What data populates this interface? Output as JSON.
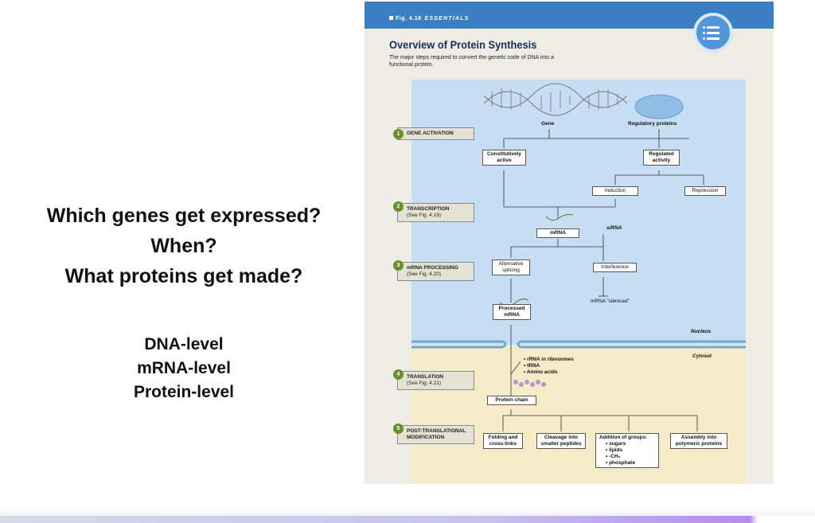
{
  "slide": {
    "questions": [
      "Which genes get expressed?",
      "When?",
      "What proteins get made?"
    ],
    "levels": [
      "DNA-level",
      "mRNA-level",
      "Protein-level"
    ]
  },
  "figure": {
    "label": "Fig. 4.18",
    "label_tag": "ESSENTIALS",
    "title": "Overview of Protein Synthesis",
    "subtitle": "The major steps required to convert the genetic code of DNA into a functional protein.",
    "icon": "list-icon",
    "header_color": "#3a7fc3",
    "nucleus_color": "#c6ddf3",
    "cytosol_color": "#f6ebc9",
    "steps": [
      {
        "num": "1",
        "title": "GENE ACTIVATION",
        "sub": ""
      },
      {
        "num": "2",
        "title": "TRANSCRIPTION",
        "sub": "(See Fig. 4.19)"
      },
      {
        "num": "3",
        "title": "mRNA PROCESSING",
        "sub": "(See Fig. 4.20)"
      },
      {
        "num": "4",
        "title": "TRANSLATION",
        "sub": "(See Fig. 4.21)"
      },
      {
        "num": "5",
        "title": "POST-TRANSLATIONAL MODIFICATION",
        "sub": ""
      }
    ],
    "labels": {
      "gene": "Gene",
      "regulatory": "Regulatory proteins",
      "constitutive": "Constitutively active",
      "regulated": "Regulated activity",
      "induction": "Induction",
      "repression": "Repression",
      "mrna": "mRNA",
      "sirna": "siRNA",
      "alt_splicing": "Alternative splicing",
      "interference": "Interference",
      "silenced": "mRNA “silenced”",
      "processed": "Processed mRNA",
      "nucleus": "Nucleus",
      "cytosol": "Cytosol",
      "ribo_items": [
        "• rRNA in ribosomes",
        "• tRNA",
        "• Amino acids"
      ],
      "protein_chain": "Protein chain",
      "folding": "Folding and cross-links",
      "cleavage": "Cleavage into smaller peptides",
      "addition_title": "Addition of groups:",
      "addition_items": [
        "• sugars",
        "• lipids",
        "• -CH₃",
        "• phosphate"
      ],
      "assembly": "Assembly into polymeric proteins"
    }
  }
}
